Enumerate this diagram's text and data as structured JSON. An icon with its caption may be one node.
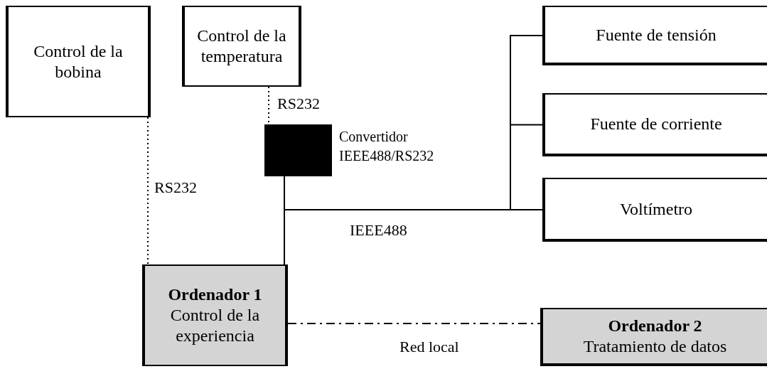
{
  "diagram": {
    "nodes": [
      {
        "text": [
          "Control de la bobina"
        ]
      },
      {
        "text": [
          "Control de la temperatura"
        ]
      },
      {
        "text": [
          "Fuente de tensión"
        ]
      },
      {
        "text": [
          "Fuente de corriente"
        ]
      },
      {
        "text": [
          "Voltímetro"
        ]
      },
      {
        "text": [],
        "shape": "box",
        "beside": [
          "Convertidor IEEE488/RS232"
        ]
      },
      {
        "text": [
          "Ordenador 1",
          "Control de la experiencia"
        ]
      },
      {
        "text": [
          "Ordenador 2",
          "Tratamiento de datos"
        ]
      }
    ],
    "edges": [
      {
        "from": 0,
        "to": 6,
        "arrow": "none",
        "label": "RS232",
        "style": "dashed"
      },
      {
        "from": 1,
        "to": 5,
        "arrow": "none",
        "label": "RS232",
        "style": "dashed"
      },
      {
        "from": 5,
        "to": 6,
        "arrow": "none"
      },
      {
        "from": 6,
        "to": 2,
        "arrow": "none"
      },
      {
        "from": 6,
        "to": 3,
        "arrow": "none"
      },
      {
        "from": 6,
        "to": 4,
        "arrow": "none",
        "label": "IEEE488"
      },
      {
        "from": 6,
        "to": 7,
        "arrow": "none",
        "label": "Red local",
        "style": "dashed"
      }
    ]
  }
}
